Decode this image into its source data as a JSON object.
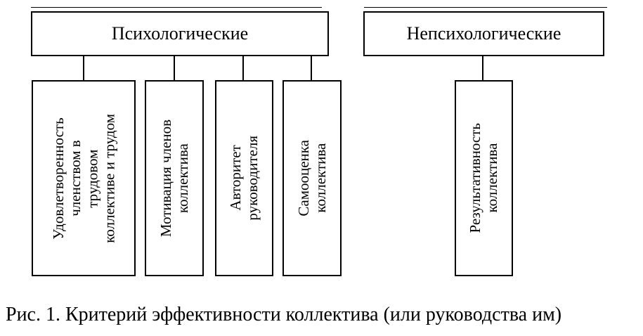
{
  "groups": {
    "psychological": {
      "title": "Психологические",
      "criteria": [
        "Удовлетворенность\nчленством в\nтрудовом\nколлективе и трудом",
        "Мотивация членов\nколлектива",
        "Авторитет\nруководителя",
        "Самооценка\nколлектива"
      ]
    },
    "non_psychological": {
      "title": "Непсихологические",
      "criteria": [
        "Результативность\nколлектива"
      ]
    }
  },
  "caption": "Рис. 1. Критерий эффективности коллектива (или руководства им)"
}
